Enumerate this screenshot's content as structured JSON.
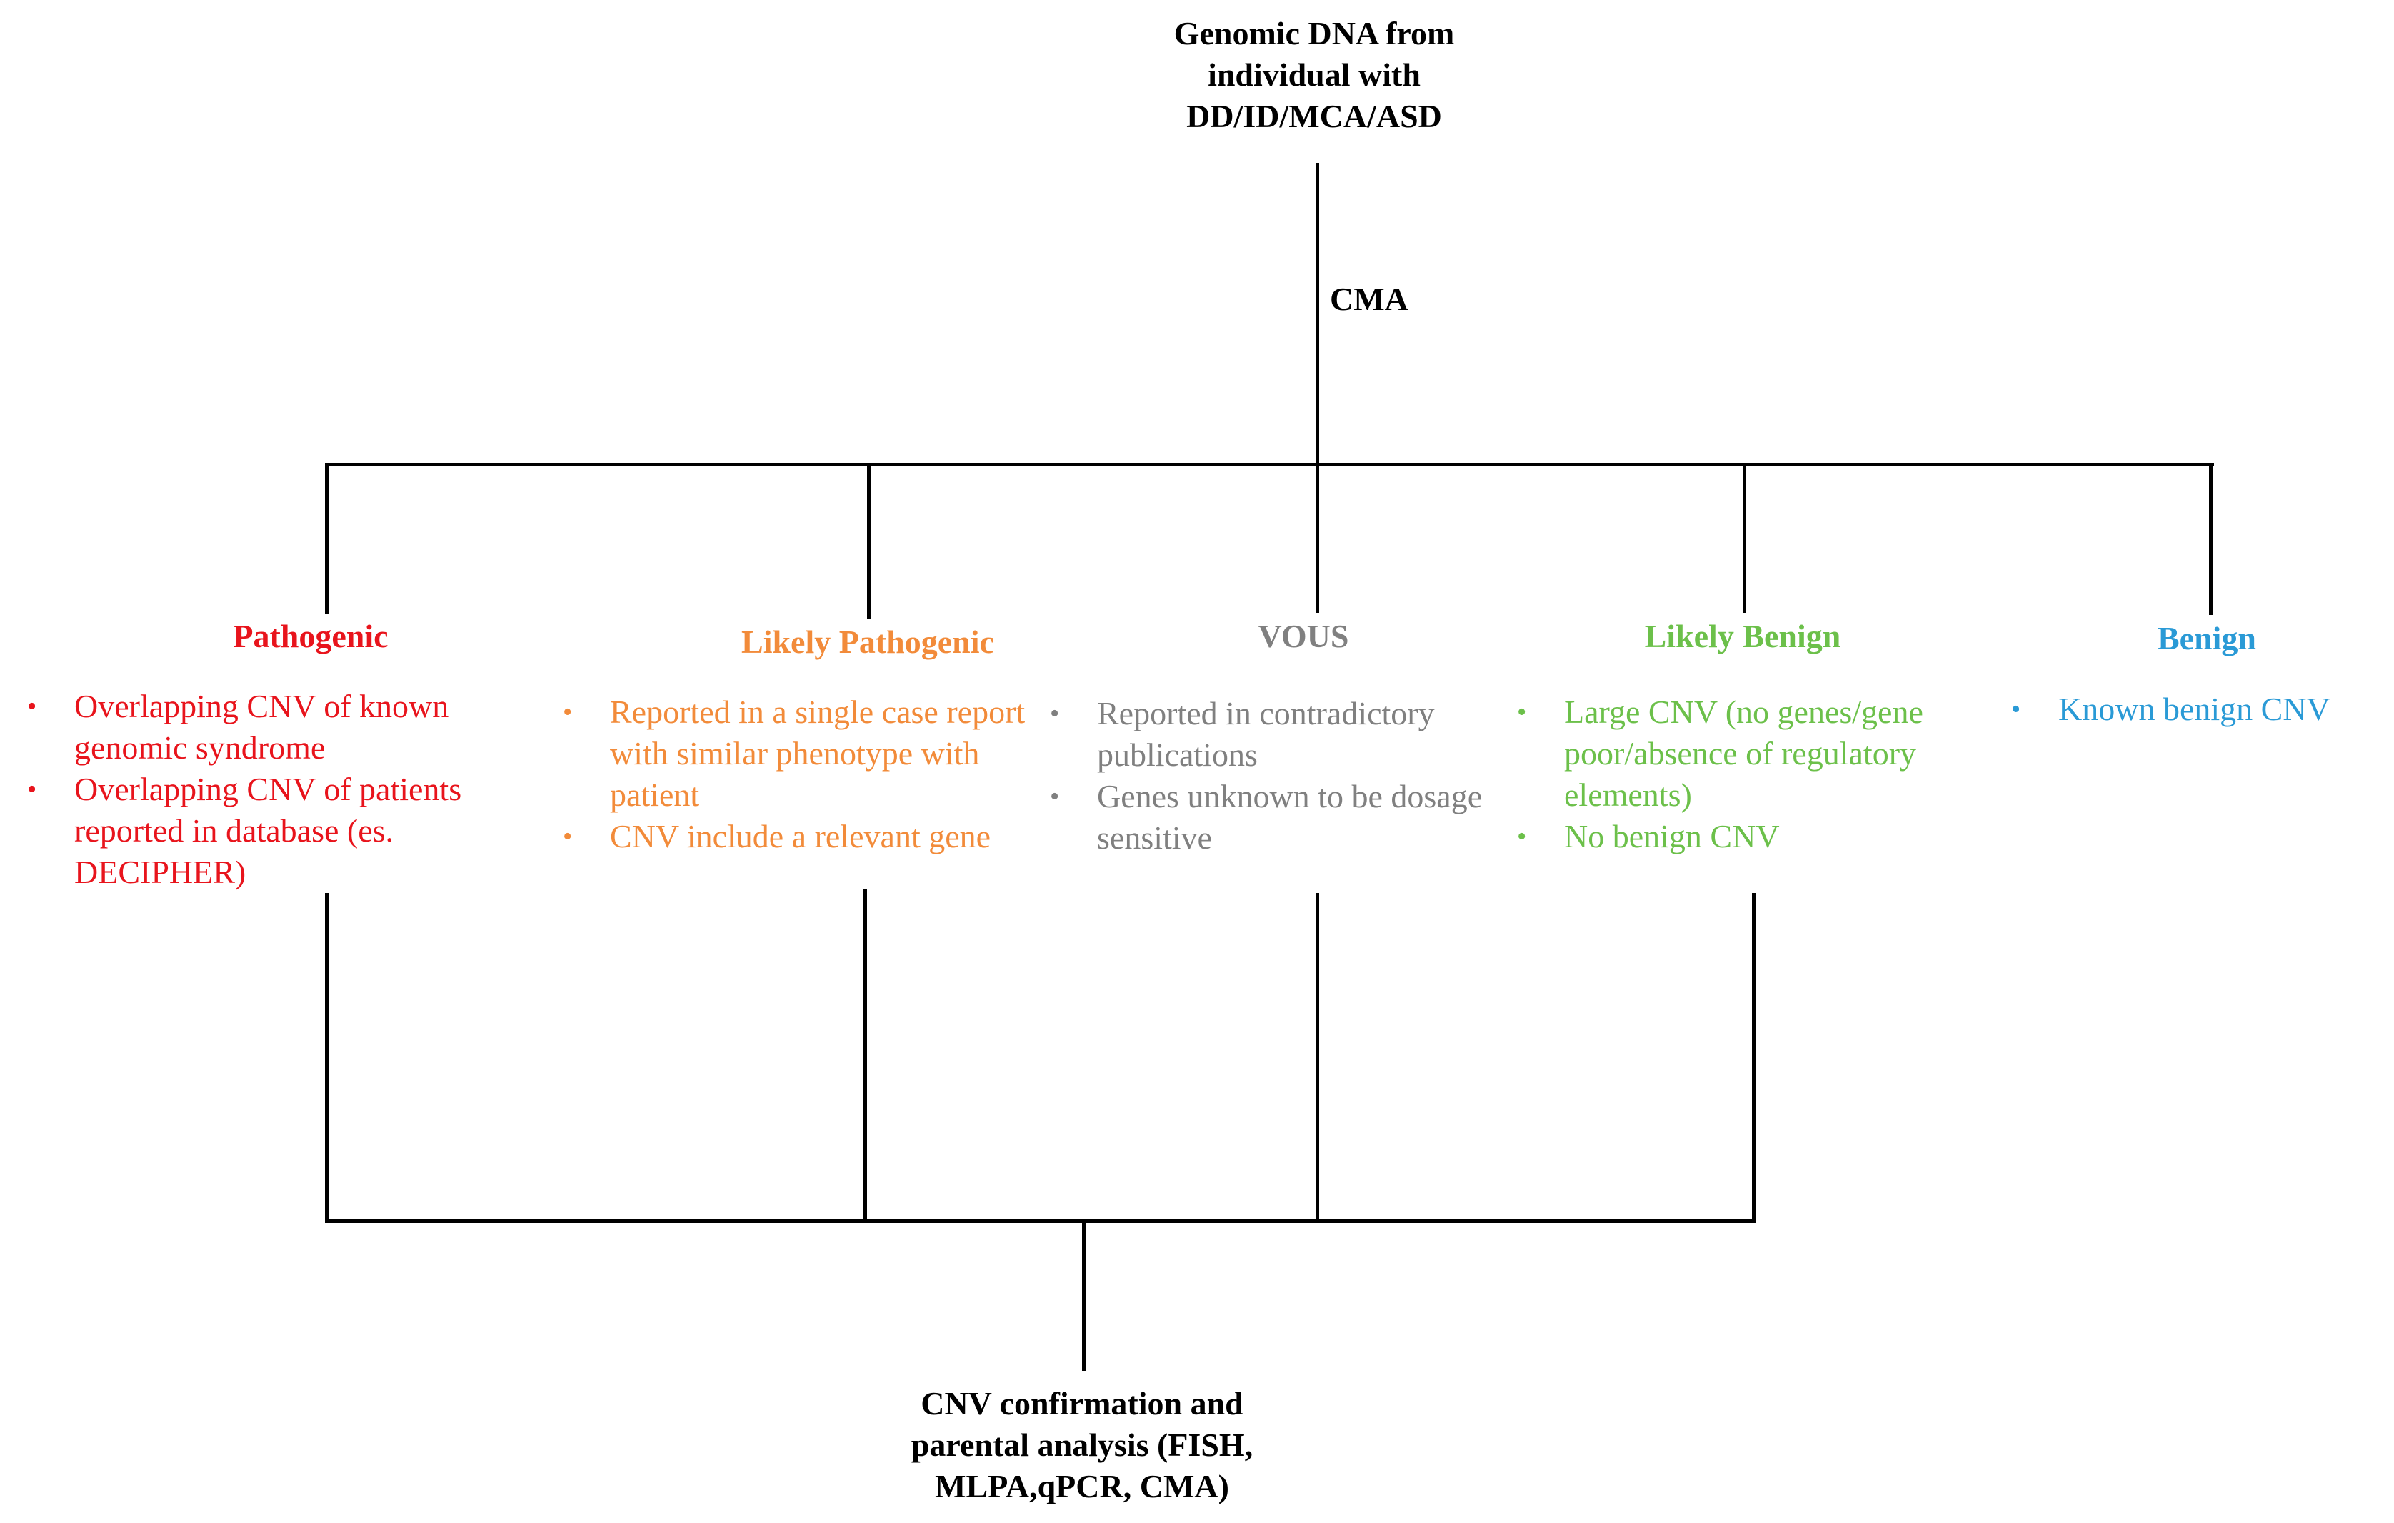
{
  "diagram": {
    "top_node": "Genomic DNA from individual with DD/ID/MCA/ASD",
    "edge_label": "CMA",
    "bottom_node": "CNV confirmation and parental analysis (FISH, MLPA,qPCR, CMA)",
    "categories": [
      {
        "title": "Pathogenic",
        "color": "#e8141c",
        "items": [
          "Overlapping CNV of known genomic syndrome",
          "Overlapping CNV of patients reported in database (es. DECIPHER)"
        ]
      },
      {
        "title": "Likely Pathogenic",
        "color": "#f28b3a",
        "items": [
          "Reported in a single case report with similar phenotype with patient",
          "CNV include a relevant gene"
        ]
      },
      {
        "title": "VOUS",
        "color": "#808080",
        "items": [
          "Reported in contradictory publications",
          "Genes unknown to be dosage sensitive"
        ]
      },
      {
        "title": "Likely Benign",
        "color": "#6cc04a",
        "items": [
          "Large CNV (no genes/gene poor/absence of regulatory elements)",
          "No benign CNV"
        ]
      },
      {
        "title": "Benign",
        "color": "#2a9ad6",
        "items": [
          "Known benign CNV"
        ]
      }
    ]
  }
}
